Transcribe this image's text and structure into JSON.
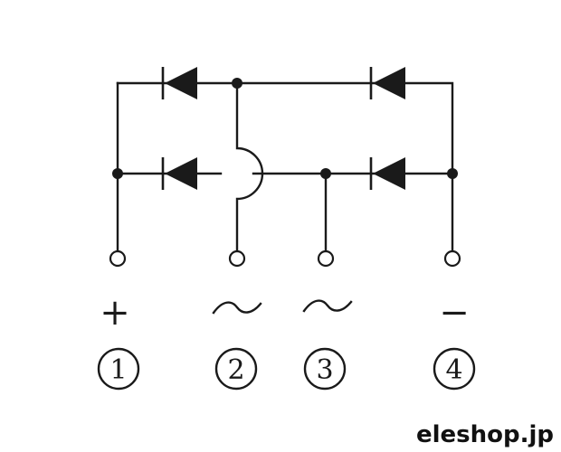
{
  "terminals": [
    {
      "symbol": "+",
      "number": "1"
    },
    {
      "symbol": "~",
      "number": "2"
    },
    {
      "symbol": "~",
      "number": "3"
    },
    {
      "symbol": "−",
      "number": "4"
    }
  ],
  "watermark": "eleshop.jp"
}
